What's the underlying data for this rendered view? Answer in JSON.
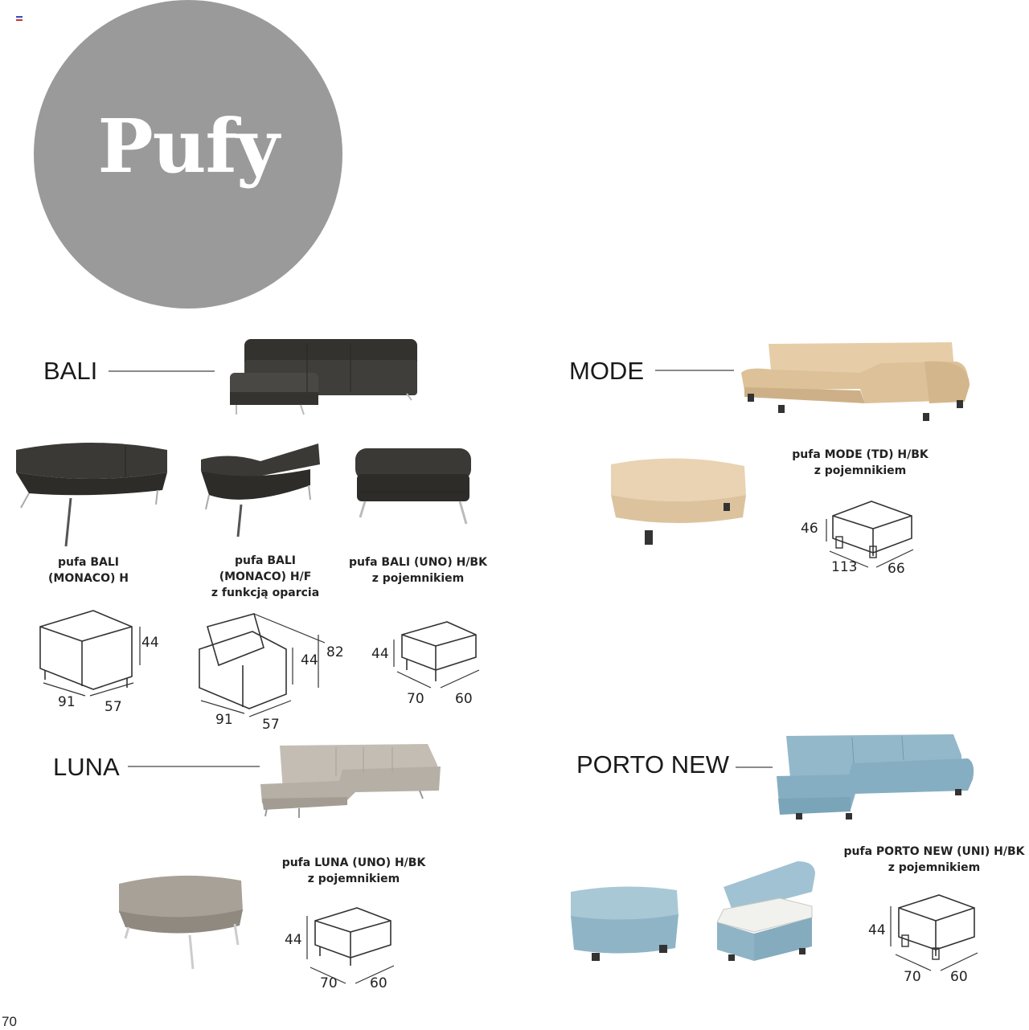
{
  "page_title": "Pufy",
  "page_number": "70",
  "sections": {
    "bali": {
      "title": "BALI"
    },
    "mode": {
      "title": "MODE"
    },
    "luna": {
      "title": "LUNA"
    },
    "porto": {
      "title": "PORTO NEW"
    }
  },
  "products": {
    "bali_monaco_h": {
      "line1": "pufa BALI",
      "line2": "(MONACO) H",
      "w": "91",
      "d": "57",
      "h": "44"
    },
    "bali_monaco_hf": {
      "line1": "pufa BALI",
      "line2": "(MONACO) H/F",
      "line3": "z funkcją oparcia",
      "w": "91",
      "d": "57",
      "h": "44",
      "h2": "82"
    },
    "bali_uno": {
      "line1": "pufa BALI (UNO) H/BK",
      "line2": "z pojemnikiem",
      "w": "70",
      "d": "60",
      "h": "44"
    },
    "mode_td": {
      "line1": "pufa MODE (TD) H/BK",
      "line2": "z pojemnikiem",
      "w": "113",
      "d": "66",
      "h": "46"
    },
    "luna_uno": {
      "line1": "pufa LUNA (UNO) H/BK",
      "line2": "z pojemnikiem",
      "w": "70",
      "d": "60",
      "h": "44"
    },
    "porto_uni": {
      "line1": "pufa PORTO NEW (UNI) H/BK",
      "line2": "z pojemnikiem",
      "w": "70",
      "d": "60",
      "h": "44"
    }
  },
  "colors": {
    "circle": "#9a9a9a",
    "bali_leather": "#3b3935",
    "mode_fabric": "#e3c9a3",
    "luna_fabric": "#b8b1a8",
    "porto_leather": "#8fb4c6"
  }
}
